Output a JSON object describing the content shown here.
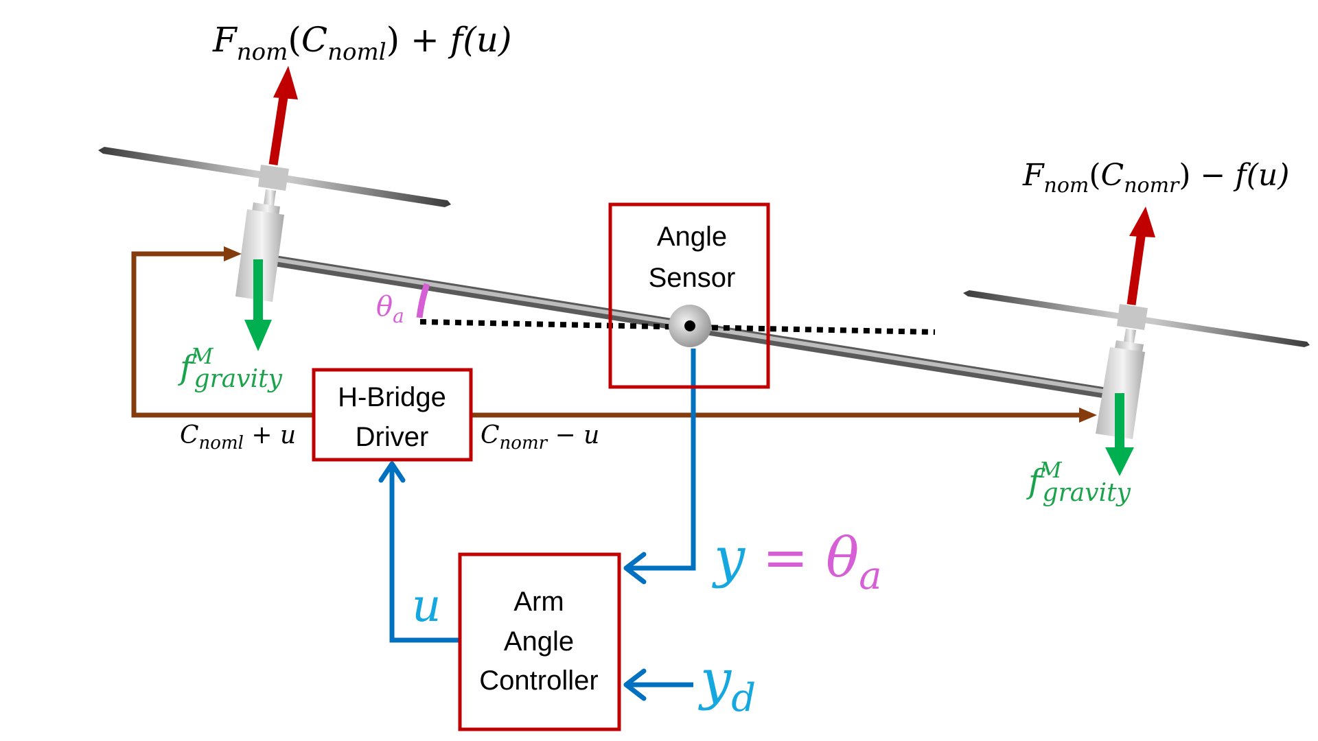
{
  "diagram": {
    "title": "Twin-rotor arm angle control loop",
    "colors": {
      "block_border": "#c00000",
      "thrust_arrow": "#c00000",
      "gravity_arrow": "#00b050",
      "command_line": "#843c0c",
      "signal_line": "#0070c0",
      "angle_highlight": "#d65fd6",
      "math_signal": "#15a8e0"
    },
    "blocks": {
      "angle_sensor": {
        "line1": "Angle",
        "line2": "Sensor"
      },
      "h_bridge": {
        "line1": "H-Bridge",
        "line2": "Driver"
      },
      "controller": {
        "line1": "Arm",
        "line2": "Angle",
        "line3": "Controller"
      }
    },
    "labels": {
      "left_thrust": {
        "F": "F",
        "F_sub": "nom",
        "open": "(",
        "C": "C",
        "C_sub": "noml",
        "close": ")",
        "op": " + ",
        "fn": "f(u)"
      },
      "right_thrust": {
        "F": "F",
        "F_sub": "nom",
        "open": "(",
        "C": "C",
        "C_sub": "nomr",
        "close": ")",
        "op": " − ",
        "fn": "f(u)"
      },
      "left_gravity": {
        "base": "f",
        "sup": "M",
        "sub": "gravity"
      },
      "right_gravity": {
        "base": "f",
        "sup": "M",
        "sub": "gravity"
      },
      "left_command": {
        "C": "C",
        "sub": "noml",
        "rest": " + u"
      },
      "right_command": {
        "C": "C",
        "sub": "nomr",
        "rest": " − u"
      },
      "angle": {
        "base": "θ",
        "sub": "a"
      },
      "output": {
        "y": "y",
        "eq": " = ",
        "theta": "θ",
        "sub": "a"
      },
      "control_signal": "u",
      "reference": {
        "y": "y",
        "sub": "d"
      }
    }
  }
}
